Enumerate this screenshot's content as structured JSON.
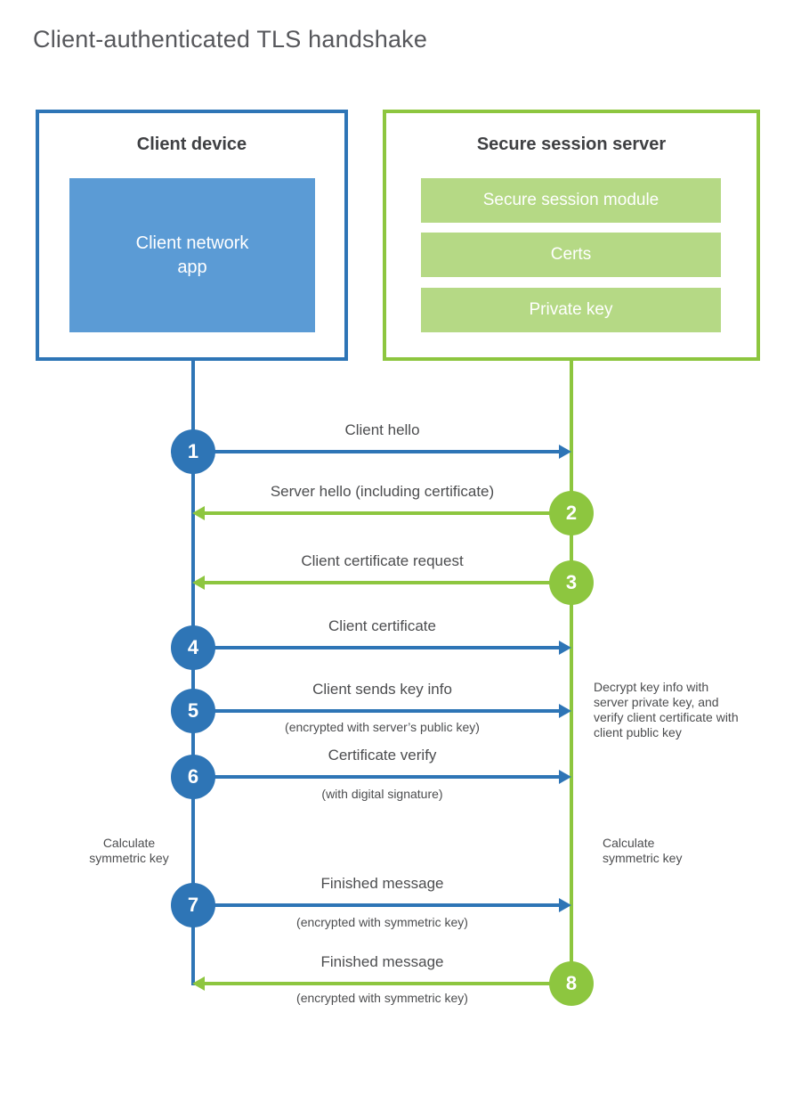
{
  "title": "Client-authenticated TLS handshake",
  "colors": {
    "blue_line": "#2e75b6",
    "blue_fill": "#5b9bd5",
    "green_line": "#8dc63f",
    "green_fill": "#b5d985",
    "text": "#4c4d4f"
  },
  "client_box": {
    "title": "Client device",
    "module": "Client network app"
  },
  "server_box": {
    "title": "Secure session server",
    "modules": [
      "Secure session module",
      "Certs",
      "Private key"
    ]
  },
  "steps": [
    {
      "num": "1",
      "label": "Client hello",
      "sub": "",
      "direction": "client-to-server",
      "color": "blue"
    },
    {
      "num": "2",
      "label": "Server hello (including certificate)",
      "sub": "",
      "direction": "server-to-client",
      "color": "green"
    },
    {
      "num": "3",
      "label": "Client certificate request",
      "sub": "",
      "direction": "server-to-client",
      "color": "green"
    },
    {
      "num": "4",
      "label": "Client certificate",
      "sub": "",
      "direction": "client-to-server",
      "color": "blue"
    },
    {
      "num": "5",
      "label": "Client sends key info",
      "sub": "(encrypted with server’s public key)",
      "direction": "client-to-server",
      "color": "blue"
    },
    {
      "num": "6",
      "label": "Certificate verify",
      "sub": "(with digital signature)",
      "direction": "client-to-server",
      "color": "blue"
    },
    {
      "num": "7",
      "label": "Finished message",
      "sub": "(encrypted with symmetric key)",
      "direction": "client-to-server",
      "color": "blue"
    },
    {
      "num": "8",
      "label": "Finished message",
      "sub": "(encrypted with symmetric key)",
      "direction": "server-to-client",
      "color": "green"
    }
  ],
  "notes": {
    "decrypt": "Decrypt key info with server private key, and verify client certificate with client public key",
    "calc_left": "Calculate symmetric key",
    "calc_right": "Calculate symmetric key"
  }
}
